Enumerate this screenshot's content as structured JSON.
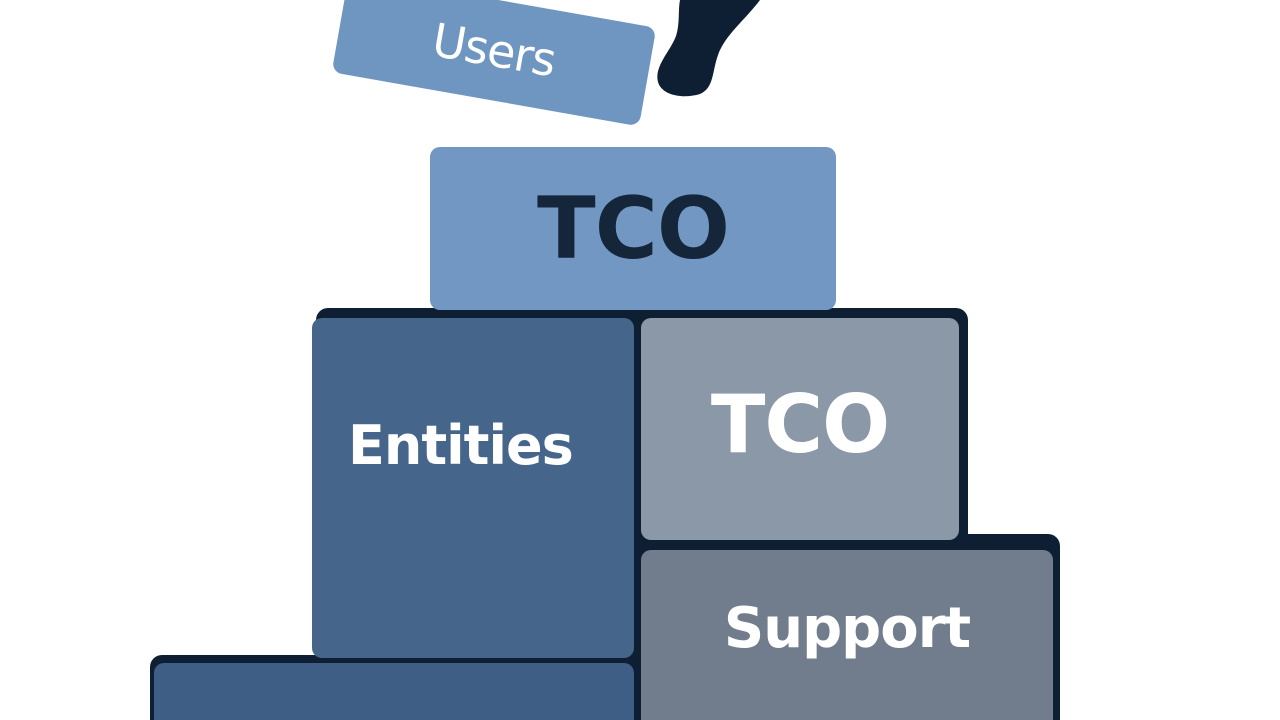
{
  "blocks": {
    "users": "Users",
    "tco_top": "TCO",
    "entities": "Entities",
    "tco_right": "TCO",
    "support": "Support"
  },
  "colors": {
    "users_block": "#6f96c0",
    "tco_top_block": "#7197c2",
    "entities_block": "#45658b",
    "tco_right_block": "#8b98a8",
    "support_block": "#717d8c",
    "base_block": "#3f5e86",
    "outline": "#0f1f33"
  },
  "icons": {
    "hand": "hand-icon"
  }
}
